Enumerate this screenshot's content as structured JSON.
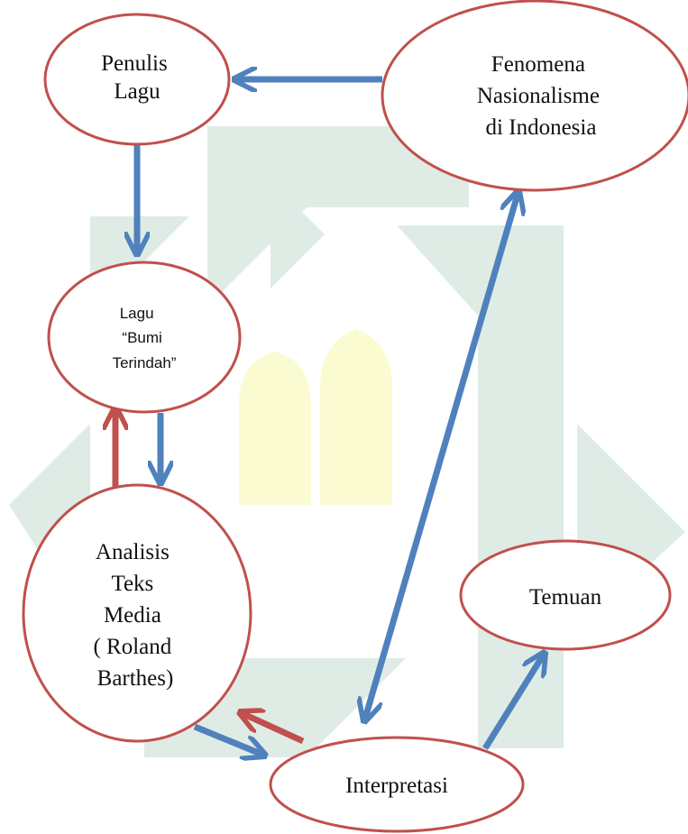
{
  "diagram": {
    "nodes": {
      "penulis": {
        "lines": [
          "Penulis",
          "Lagu"
        ]
      },
      "fenomena": {
        "lines": [
          "Fenomena",
          "Nasionalisme",
          "di Indonesia"
        ]
      },
      "lagu": {
        "lines": [
          "Lagu",
          "“Bumi",
          "Terindah”"
        ]
      },
      "analisis": {
        "lines": [
          "Analisis",
          "Teks",
          "Media",
          "( Roland",
          "Barthes)"
        ]
      },
      "temuan": {
        "lines": [
          "Temuan"
        ]
      },
      "interpretasi": {
        "lines": [
          "Interpretasi"
        ]
      }
    },
    "edges": [
      {
        "from": "fenomena",
        "to": "penulis",
        "color": "blue"
      },
      {
        "from": "penulis",
        "to": "lagu",
        "color": "blue"
      },
      {
        "from": "lagu",
        "to": "analisis",
        "color": "blue"
      },
      {
        "from": "analisis",
        "to": "lagu",
        "color": "red"
      },
      {
        "from": "analisis",
        "to": "interpretasi",
        "color": "blue"
      },
      {
        "from": "interpretasi",
        "to": "analisis",
        "color": "red"
      },
      {
        "from": "interpretasi",
        "to": "fenomena",
        "color": "blue",
        "bidirectional": true
      },
      {
        "from": "interpretasi",
        "to": "temuan",
        "color": "blue"
      }
    ]
  },
  "colors": {
    "node_border": "#c0504d",
    "blue_arrow": "#4f81bd",
    "red_arrow": "#c0504d",
    "watermark_green": "#dfece5",
    "watermark_yellow": "#fbfbd2"
  }
}
